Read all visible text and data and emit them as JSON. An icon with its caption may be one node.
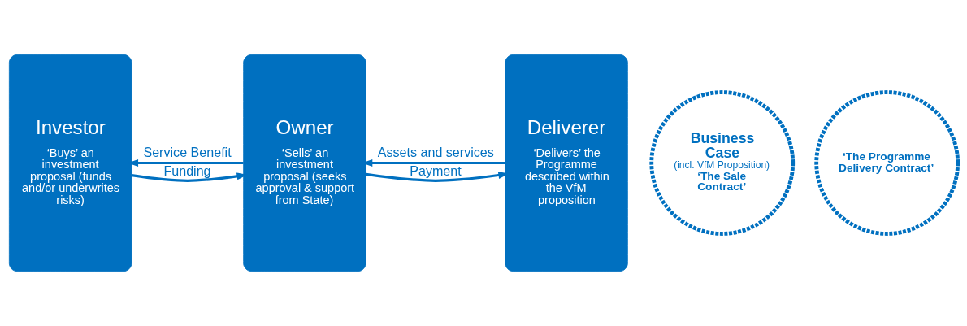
{
  "diagram": {
    "nodes": [
      {
        "text": [
          "Investor",
          "‘Buys’ an investment proposal (funds and/or underwrites risks)"
        ]
      },
      {
        "text": [
          "Business Case",
          "(incl. VfM Proposition)",
          "‘The Sale Contract’"
        ]
      },
      {
        "text": [
          "Owner",
          "‘Sells’ an investment proposal (seeks approval & support from State)"
        ]
      },
      {
        "text": [
          "‘The Programme Delivery Contract’"
        ]
      },
      {
        "text": [
          "Deliverer",
          "‘Delivers’ the Programme described within the VfM proposition"
        ]
      }
    ],
    "edges": [
      {
        "from": 2,
        "to": 0,
        "arrow": "to",
        "label": "Service Benefit"
      },
      {
        "from": 4,
        "to": 2,
        "arrow": "to",
        "label": "Assets and services"
      },
      {
        "from": 0,
        "to": 2,
        "arrow": "to",
        "label": "Funding"
      },
      {
        "from": 2,
        "to": 4,
        "arrow": "to",
        "label": "Payment"
      }
    ]
  }
}
